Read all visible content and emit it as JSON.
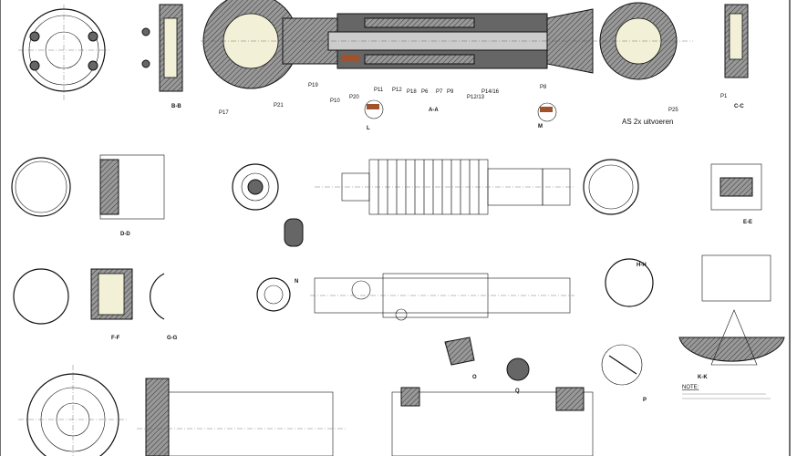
{
  "drawing": {
    "main_note": "AS 2x uitvoeren",
    "sections": [
      "B-B",
      "A-A",
      "C-C",
      "D-D",
      "E-E",
      "F-F",
      "G-G",
      "H-H",
      "K-K"
    ],
    "details": [
      "L",
      "M",
      "N",
      "O",
      "P",
      "Q"
    ],
    "part_labels": [
      "P17",
      "P21",
      "P10",
      "P20",
      "P11",
      "P12",
      "P18",
      "P6",
      "P7",
      "P9",
      "P12/13",
      "P14/16",
      "P8",
      "P25",
      "P1",
      "P19"
    ],
    "note_title": "NOTE:",
    "colors": {
      "line": "#111111",
      "fill": "#666666",
      "bronze": "#a0522d",
      "bore": "#f3f0d8"
    }
  }
}
